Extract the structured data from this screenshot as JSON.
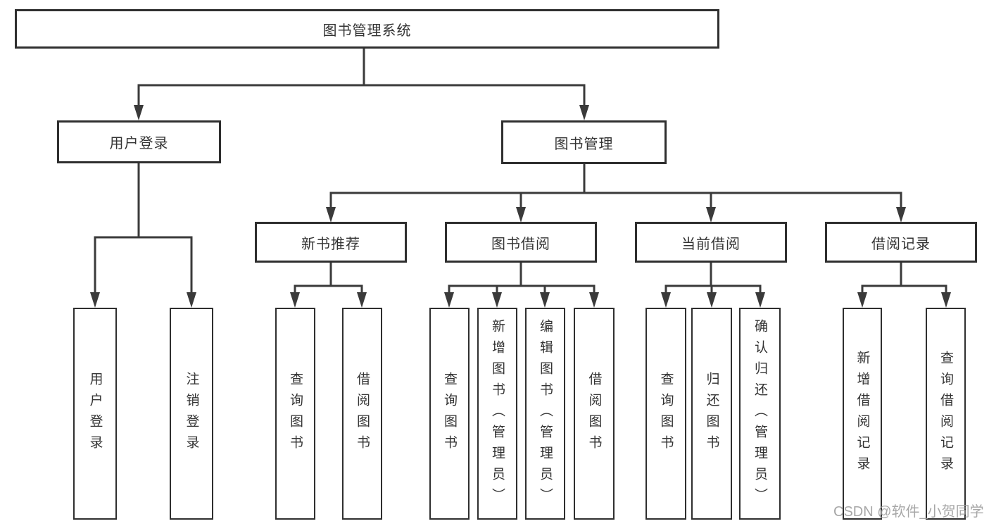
{
  "diagram": {
    "tree": {
      "root": "图书管理系统",
      "level2": [
        {
          "label": "用户登录",
          "children": [
            {
              "label": "用户登录"
            },
            {
              "label": "注销登录"
            }
          ]
        },
        {
          "label": "图书管理",
          "children": [
            {
              "label": "新书推荐",
              "children": [
                {
                  "label": "查询图书"
                },
                {
                  "label": "借阅图书"
                }
              ]
            },
            {
              "label": "图书借阅",
              "children": [
                {
                  "label": "查询图书"
                },
                {
                  "label": "新增图书（管理员）"
                },
                {
                  "label": "编辑图书（管理员）"
                },
                {
                  "label": "借阅图书"
                }
              ]
            },
            {
              "label": "当前借阅",
              "children": [
                {
                  "label": "查询图书"
                },
                {
                  "label": "归还图书"
                },
                {
                  "label": "确认归还（管理员）"
                }
              ]
            },
            {
              "label": "借阅记录",
              "children": [
                {
                  "label": "新增借阅记录"
                },
                {
                  "label": "查询借阅记录"
                }
              ]
            }
          ]
        }
      ]
    }
  },
  "watermark": "CSDN @软件_小贺同学",
  "colors": {
    "line": "#3a3a3a",
    "box_border": "#2f2f2f",
    "text": "#333333",
    "watermark": "#9e9e9e",
    "background": "#ffffff"
  }
}
